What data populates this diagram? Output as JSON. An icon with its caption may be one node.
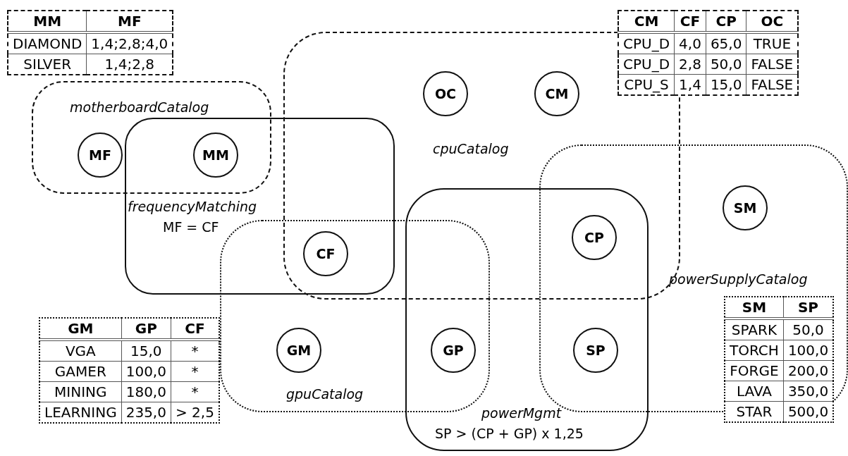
{
  "diagram": {
    "nodes": [
      {
        "text": [
          "motherboardCatalog"
        ]
      },
      {
        "text": [
          "MF"
        ],
        "in": 0
      },
      {
        "text": [
          "MM"
        ]
      },
      {
        "text": [
          "frequencyMatching",
          "MF = CF"
        ]
      },
      {
        "text": [
          "cpuCatalog"
        ]
      },
      {
        "text": [
          "OC"
        ],
        "in": 4
      },
      {
        "text": [
          "CM"
        ],
        "in": 4
      },
      {
        "text": [
          "powerSupplyCatalog"
        ]
      },
      {
        "text": [
          "SM"
        ],
        "in": 7
      },
      {
        "text": [
          "CP"
        ]
      },
      {
        "text": [
          "CF"
        ]
      },
      {
        "text": [
          "gpuCatalog"
        ]
      },
      {
        "text": [
          "GM"
        ],
        "in": 11
      },
      {
        "text": [
          "powerMgmt",
          "SP > (CP + GP) x 1,25"
        ]
      },
      {
        "text": [
          "GP"
        ]
      },
      {
        "text": [
          "SP"
        ]
      }
    ],
    "labels": [
      "MM",
      "MF",
      "DIAMOND",
      "1,4;2,8;4,0",
      "SILVER",
      "1,4;2,8",
      "CM",
      "CF",
      "CP",
      "OC",
      "CPU_D",
      "4,0",
      "65,0",
      "TRUE",
      "CPU_D",
      "2,8",
      "50,0",
      "FALSE",
      "CPU_S",
      "1,4",
      "15,0",
      "FALSE",
      "GM",
      "GP",
      "CF",
      "VGA",
      "15,0",
      "*",
      "GAMER",
      "100,0",
      "*",
      "MINING",
      "180,0",
      "*",
      "LEARNING",
      "235,0",
      "> 2,5",
      "SM",
      "SP",
      "SPARK",
      "50,0",
      "TORCH",
      "100,0",
      "FORGE",
      "200,0",
      "LAVA",
      "350,0",
      "STAR",
      "500,0"
    ]
  }
}
